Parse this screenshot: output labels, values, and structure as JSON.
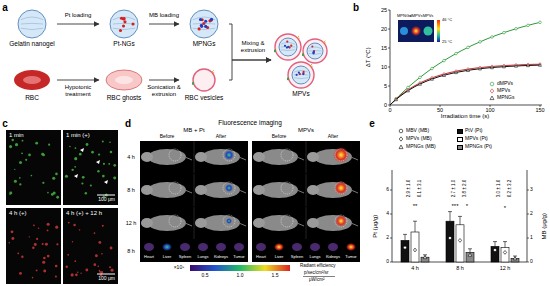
{
  "diagram": {
    "nodes": [
      {
        "text": [
          "Gelatin nanogel"
        ]
      },
      {
        "text": [
          "Pt-NGs"
        ]
      },
      {
        "text": [
          "MPNGs"
        ]
      },
      {
        "text": [
          "RBC"
        ]
      },
      {
        "text": [
          "RBC ghosts"
        ]
      },
      {
        "text": [
          "RBC vesicles"
        ]
      },
      {
        "text": [
          "MPVs"
        ]
      }
    ],
    "edges": [
      {
        "from": 0,
        "to": 1,
        "arrow": "to",
        "label": "Pt loading"
      },
      {
        "from": 1,
        "to": 2,
        "arrow": "to",
        "label": "MB loading"
      },
      {
        "from": 3,
        "to": 4,
        "arrow": "to",
        "label": "Hypotonic treatment"
      },
      {
        "from": 4,
        "to": 5,
        "arrow": "to",
        "label": "Sonication & extrusion"
      },
      {
        "from": 2,
        "to": 6,
        "arrow": "to",
        "label": "Mixing & extrusion"
      },
      {
        "from": 5,
        "to": 6,
        "arrow": "to"
      }
    ],
    "labels": [
      "a",
      "b",
      "c",
      "d",
      "e",
      "ΔT (°C)",
      "Irradiation time (s)",
      "0",
      "5",
      "10",
      "15",
      "20",
      "25",
      "0",
      "50",
      "100",
      "150",
      "MPNGs",
      "dMPVs",
      "MPVs",
      "46 °C",
      "25 °C",
      "1 min",
      "1 min (+)",
      "100 μm",
      "4 h (+)",
      "4 h (+) + 12 h",
      "100 μm",
      "Fluorescence imaging",
      "MB + Pt",
      "MPVs",
      "Before",
      "After",
      "Before",
      "After",
      "4 h",
      "8 h",
      "12 h",
      "8 h",
      "Heart",
      "Liver",
      "Spleen",
      "Lungs",
      "Kidneys",
      "Tumor",
      "Heart",
      "Liver",
      "Spleen",
      "Lungs",
      "Kidneys",
      "Tumor",
      "0.5",
      "1.0",
      "1.5",
      "×10⁹",
      "Radiant efficiency",
      "p/sec/cm²/sr",
      "μW/cm²",
      "Pt (μg/g)",
      "MB (μg/g)",
      "0",
      "2",
      "4",
      "6",
      "0",
      "1",
      "2",
      "3",
      "4 h",
      "8 h",
      "12 h",
      "2.9 ± 1.6",
      "6.1 ± 3.1",
      "2.7 ± 1.0",
      "3.8 ± 2.6",
      "3.0 ± 1.6",
      "6.2 ± 3.2",
      "**",
      "***",
      "*",
      "*"
    ],
    "legend": [
      {
        "text": "dMPVs"
      },
      {
        "text": "MPVs"
      },
      {
        "text": "MPNGs"
      },
      {
        "text": "MBV (MB)"
      },
      {
        "text": "MPVs (MB)"
      },
      {
        "text": "MPNGs (MB)"
      },
      {
        "text": "PtV (Pt)",
        "color": "#111111"
      },
      {
        "text": "MPVs (Pt)",
        "color": "#ffffff"
      },
      {
        "text": "MPNGs (Pt)",
        "color": "#888888"
      }
    ]
  }
}
